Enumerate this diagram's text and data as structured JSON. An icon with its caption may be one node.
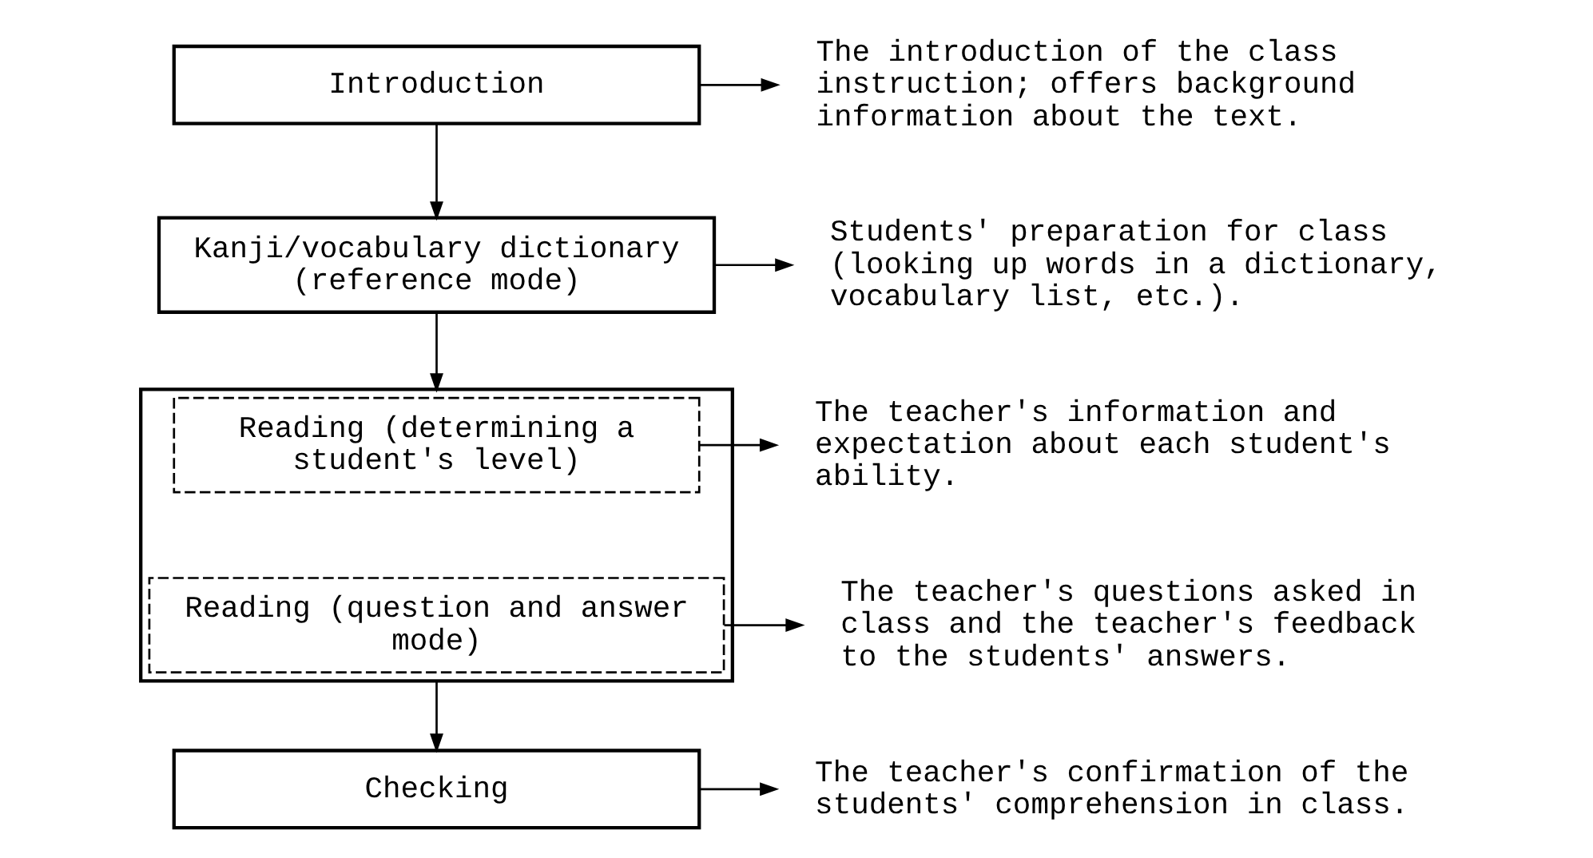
{
  "diagram": {
    "nodes": [
      {
        "text": [
          "Introduction"
        ]
      },
      {
        "text": [
          "Kanji/vocabulary dictionary (reference mode)"
        ]
      },
      {
        "text": [],
        "shape": "box"
      },
      {
        "text": [
          "Reading (determining a student's level)"
        ],
        "in": 2
      },
      {
        "text": [
          "Reading (question and answer mode)"
        ],
        "in": 2
      },
      {
        "text": [
          "Checking"
        ]
      },
      {
        "text": [
          "The introduction of the class instruction; offers background information about the text."
        ]
      },
      {
        "text": [
          "Students' preparation for class (looking up words in a dictionary, vocabulary list, etc.)."
        ]
      },
      {
        "text": [
          "The teacher's information and expectation about each student's ability."
        ]
      },
      {
        "text": [
          "The teacher's questions asked in class and the teacher's feedback to the students' answers."
        ]
      },
      {
        "text": [
          "The teacher's confirmation of the students' comprehension in class."
        ]
      }
    ],
    "edges": [
      {
        "from": 0,
        "to": 1,
        "arrow": "to"
      },
      {
        "from": 1,
        "to": 2,
        "arrow": "to"
      },
      {
        "from": 2,
        "to": 5,
        "arrow": "to"
      },
      {
        "from": 0,
        "to": 6,
        "arrow": "to"
      },
      {
        "from": 1,
        "to": 7,
        "arrow": "to"
      },
      {
        "from": 3,
        "to": 8,
        "arrow": "to"
      },
      {
        "from": 4,
        "to": 9,
        "arrow": "to"
      },
      {
        "from": 5,
        "to": 10,
        "arrow": "to"
      }
    ]
  }
}
